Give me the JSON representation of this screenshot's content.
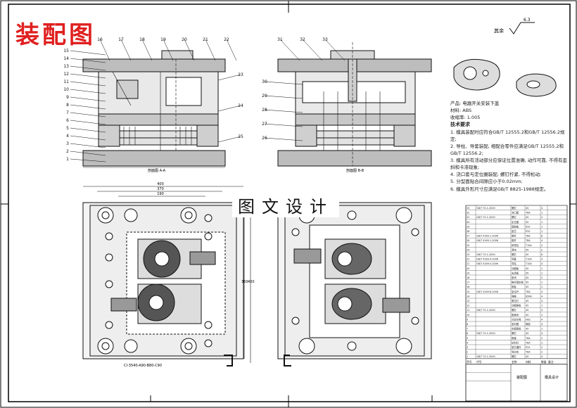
{
  "title": "装配图",
  "overlay_text": "图文设计",
  "roughness_label": "其余",
  "roughness_value": "6.3",
  "product": {
    "name_line": "产品: 电器开关安装下盖",
    "material_line": "材料: ABS",
    "shrink_line": "收缩率: 1.005"
  },
  "notes": [
    "技术要求",
    "1. 模具装配时应符合GB/T 12555.2和GB/T 12556.2规定;",
    "2. 导柱、导套装配, 相配合零件应满足GB/T 12555.2和GB/T 12556.2;",
    "3. 模具所有活动部分应保证位置准确, 动作可靠, 不得有歪斜和卡滞现象;",
    "4. 浇口套与定位圈装配, 螺钉拧紧, 不得松动;",
    "5. 分型面贴合间隙应小于0.02mm;",
    "6. 模具外形尺寸应满足GB/T 8825-1988规定。"
  ],
  "section_labels": {
    "left": "剖面图 A-A",
    "right": "剖面图 B-B"
  },
  "dims": {
    "overall_w": "400",
    "inner_w": "370",
    "core_w": "190",
    "height_1": "360",
    "height_2": "400",
    "bottom_note": "CI-3540-A90-B80-C90"
  },
  "balloons_left": [
    "1",
    "2",
    "3",
    "4",
    "5",
    "6",
    "7",
    "8",
    "9",
    "10",
    "11",
    "12",
    "13",
    "14",
    "15"
  ],
  "balloons_top": [
    "16",
    "17",
    "18",
    "19",
    "20",
    "21",
    "22"
  ],
  "balloons_right_side": [
    "23",
    "24",
    "25"
  ],
  "balloons_mid": [
    "26",
    "27",
    "28",
    "29",
    "30"
  ],
  "balloons_top_right": [
    "31",
    "32",
    "33"
  ],
  "bom_rows": [
    [
      "33",
      "GB/T 70.1-2000",
      "螺钉",
      "45",
      "4",
      ""
    ],
    [
      "32",
      "",
      "浇口套",
      "T8A",
      "1",
      ""
    ],
    [
      "31",
      "GB/T 70.1-2000",
      "螺钉",
      "45",
      "2",
      ""
    ],
    [
      "30",
      "",
      "定位圈",
      "45",
      "1",
      ""
    ],
    [
      "29",
      "",
      "型腔板",
      "P20",
      "1",
      ""
    ],
    [
      "28",
      "",
      "型芯",
      "P20",
      "1",
      ""
    ],
    [
      "27",
      "GB/T 4169.1-2006",
      "推杆",
      "T8A",
      "8",
      ""
    ],
    [
      "26",
      "GB/T 4169.1-2006",
      "推杆",
      "T8A",
      "4",
      ""
    ],
    [
      "25",
      "",
      "斜导柱",
      "T10A",
      "2",
      ""
    ],
    [
      "24",
      "",
      "滑块",
      "45",
      "2",
      ""
    ],
    [
      "23",
      "GB/T 70.1-2000",
      "螺钉",
      "45",
      "6",
      ""
    ],
    [
      "22",
      "GB/T 4169.4-2006",
      "导套",
      "T10A",
      "4",
      ""
    ],
    [
      "21",
      "GB/T 4169.4-2006",
      "导柱",
      "T10A",
      "4",
      ""
    ],
    [
      "20",
      "",
      "动模板",
      "45",
      "1",
      ""
    ],
    [
      "19",
      "",
      "支承板",
      "45",
      "1",
      ""
    ],
    [
      "18",
      "",
      "垫块",
      "45",
      "2",
      ""
    ],
    [
      "17",
      "",
      "推杆固定板",
      "45",
      "1",
      ""
    ],
    [
      "16",
      "",
      "推板",
      "45",
      "1",
      ""
    ],
    [
      "15",
      "GB/T 4169.8-2006",
      "复位杆",
      "T8A",
      "4",
      ""
    ],
    [
      "14",
      "",
      "弹簧",
      "65Mn",
      "4",
      ""
    ],
    [
      "13",
      "",
      "限位钉",
      "45",
      "4",
      ""
    ],
    [
      "12",
      "",
      "动模座板",
      "45",
      "1",
      ""
    ],
    [
      "11",
      "GB/T 70.1-2000",
      "螺钉",
      "45",
      "4",
      ""
    ],
    [
      "10",
      "",
      "楔紧块",
      "45",
      "2",
      ""
    ],
    [
      "9",
      "",
      "冷却水嘴",
      "H62",
      "4",
      ""
    ],
    [
      "8",
      "",
      "密封圈",
      "橡胶",
      "4",
      ""
    ],
    [
      "7",
      "",
      "定模座板",
      "45",
      "1",
      ""
    ],
    [
      "6",
      "GB/T 70.1-2000",
      "螺钉",
      "45",
      "4",
      ""
    ],
    [
      "5",
      "",
      "推管",
      "T8A",
      "2",
      ""
    ],
    [
      "4",
      "",
      "拉料杆",
      "T8A",
      "1",
      ""
    ],
    [
      "3",
      "",
      "型芯镶件",
      "P20",
      "2",
      ""
    ],
    [
      "2",
      "",
      "导向块",
      "T8A",
      "2",
      ""
    ],
    [
      "1",
      "GB/T 70.1-2000",
      "螺钉",
      "45",
      "4",
      ""
    ]
  ],
  "title_block": {
    "seq": "序号",
    "code": "代号",
    "name": "名称",
    "material": "材料",
    "qty": "数量",
    "remark": "备注",
    "drawing_name": "装配图",
    "company": "模具设计"
  }
}
